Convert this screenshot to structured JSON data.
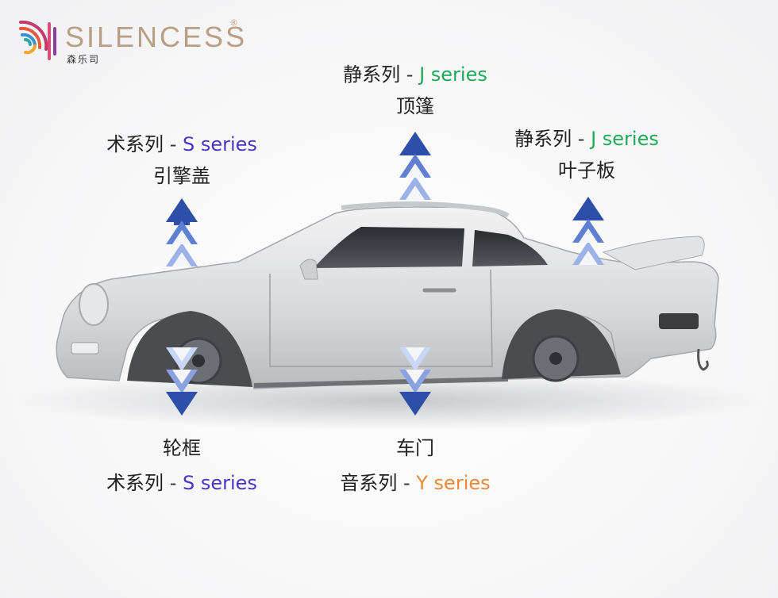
{
  "logo": {
    "word": "SILENCESS",
    "reg": "®",
    "cn": "森乐司"
  },
  "labels": {
    "roof": {
      "series_cn": "静系列",
      "dash": " - ",
      "series_en": "J series",
      "part": "顶篷"
    },
    "hood": {
      "series_cn": "术系列",
      "dash": " - ",
      "series_en": "S series",
      "part": "引擎盖"
    },
    "fender": {
      "series_cn": "静系列",
      "dash": " - ",
      "series_en": "J series",
      "part": "叶子板"
    },
    "wheel": {
      "part": "轮框",
      "series_cn": "术系列",
      "dash": " - ",
      "series_en": "S series"
    },
    "door": {
      "part": "车门",
      "series_cn": "音系列",
      "dash": " - ",
      "series_en": "Y series"
    }
  },
  "colors": {
    "s_series": "#4b33c8",
    "j_series": "#21a85a",
    "y_series": "#e88a3a",
    "arrow_dark": "#2d4fa8",
    "arrow_light": "#c9d6f5"
  }
}
